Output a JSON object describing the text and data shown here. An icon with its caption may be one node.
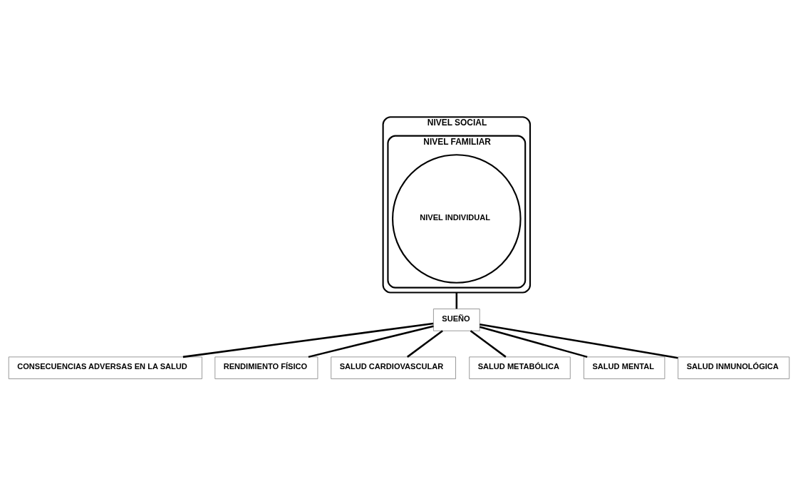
{
  "diagram": {
    "nodes": [
      {
        "text": [
          "NIVEL SOCIAL"
        ]
      },
      {
        "text": [
          "NIVEL FAMILIAR"
        ],
        "in": 0
      },
      {
        "text": [
          "NIVEL INDIVIDUAL"
        ],
        "in": 1
      },
      {
        "text": [
          "SUEÑO"
        ]
      },
      {
        "text": [
          "CONSECUENCIAS ADVERSAS EN LA SALUD"
        ]
      },
      {
        "text": [
          "RENDIMIENTO FÍSICO"
        ]
      },
      {
        "text": [
          "SALUD CARDIOVASCULAR"
        ]
      },
      {
        "text": [
          "SALUD METABÓLICA"
        ]
      },
      {
        "text": [
          "SALUD MENTAL"
        ]
      },
      {
        "text": [
          "SALUD INMUNOLÓGICA"
        ]
      }
    ],
    "edges": [
      {
        "from": 0,
        "to": 3,
        "arrow": "none"
      },
      {
        "from": 3,
        "to": 4,
        "arrow": "none"
      },
      {
        "from": 3,
        "to": 5,
        "arrow": "none"
      },
      {
        "from": 3,
        "to": 6,
        "arrow": "none"
      },
      {
        "from": 3,
        "to": 7,
        "arrow": "none"
      },
      {
        "from": 3,
        "to": 8,
        "arrow": "none"
      },
      {
        "from": 3,
        "to": 9,
        "arrow": "none"
      }
    ]
  }
}
